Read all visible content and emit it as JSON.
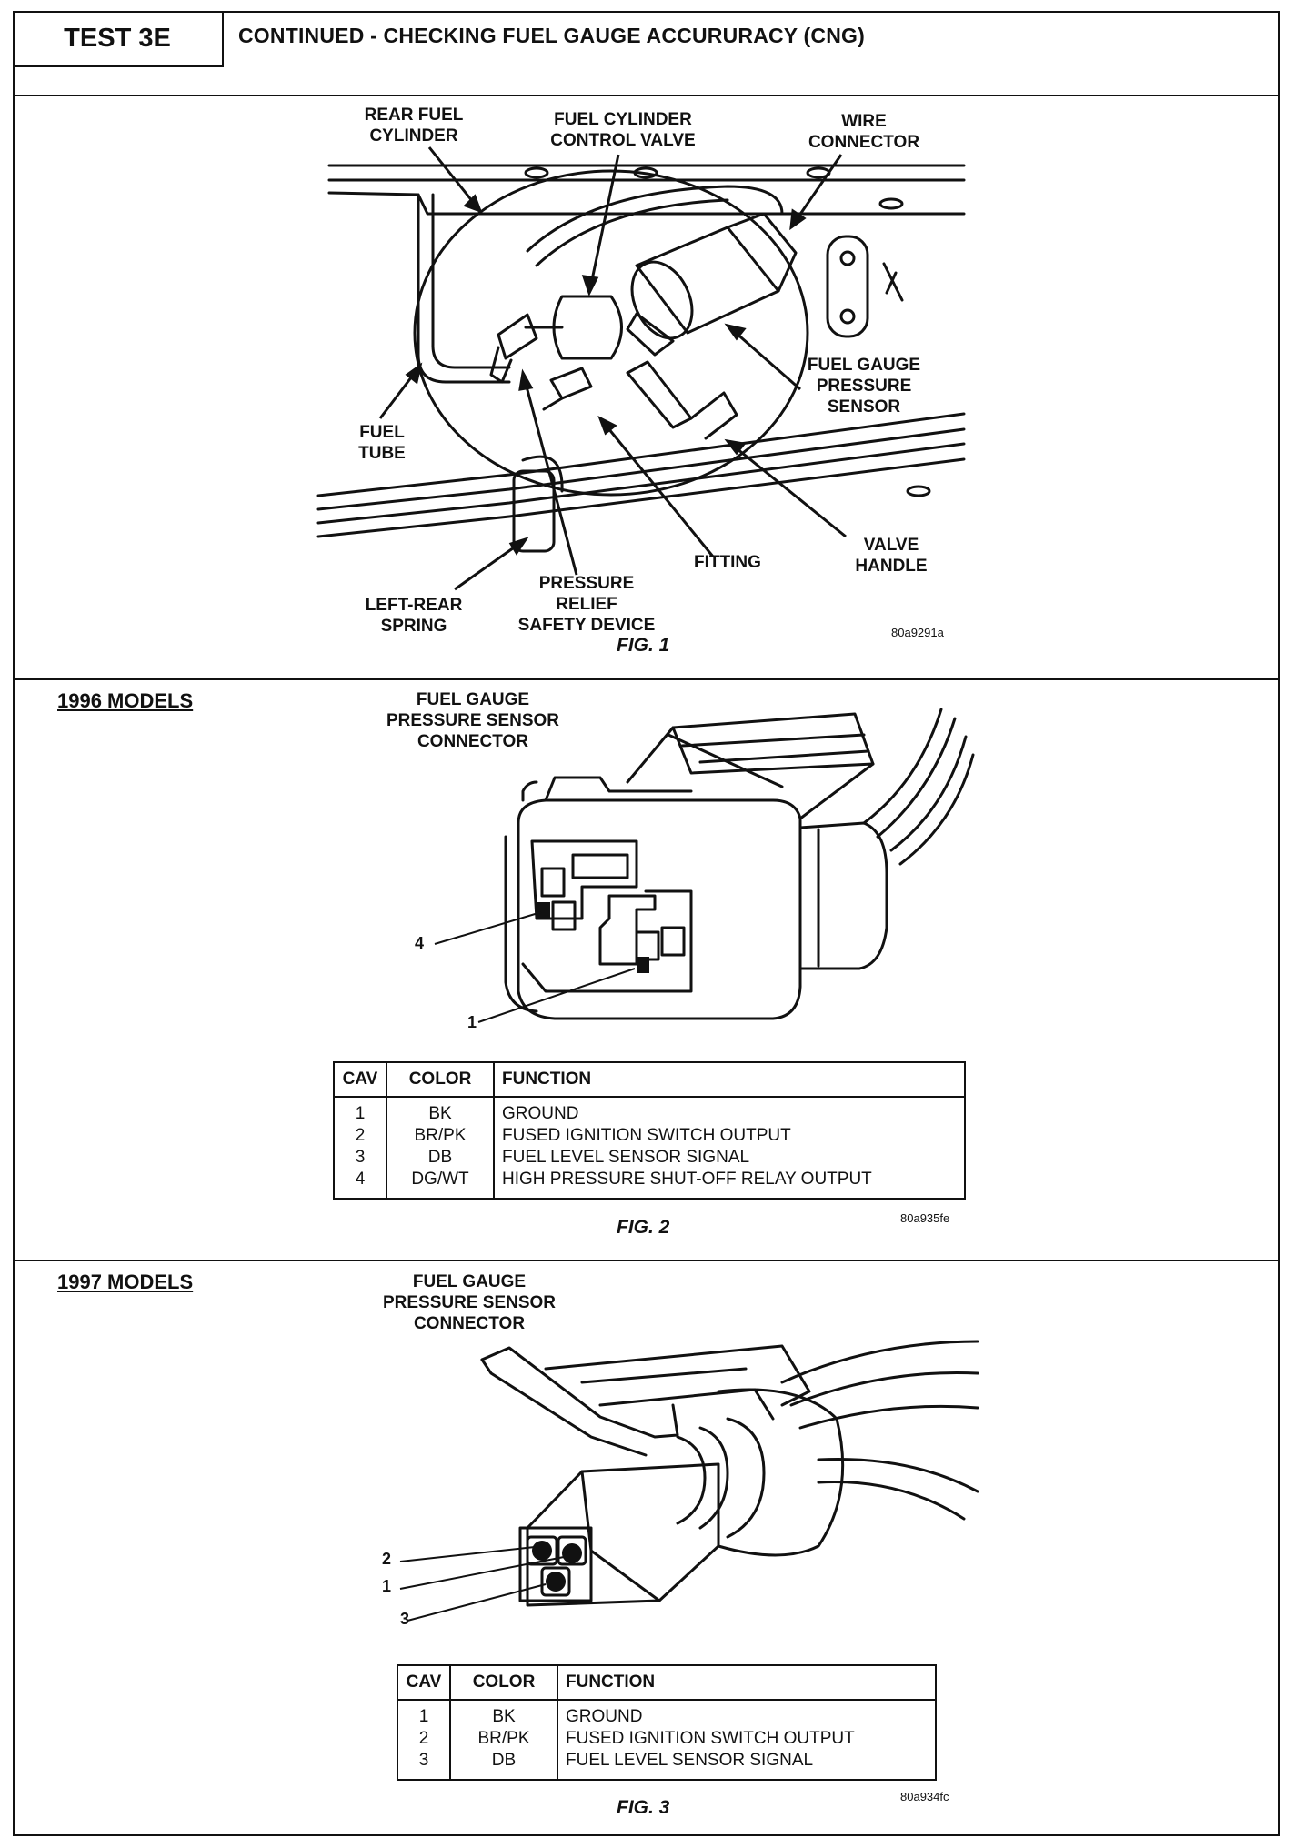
{
  "header": {
    "test_id": "TEST 3E",
    "title": "CONTINUED - CHECKING FUEL GAUGE ACCURURACY (CNG)"
  },
  "fig1": {
    "labels": {
      "rear_fuel_cylinder": "REAR FUEL\nCYLINDER",
      "control_valve": "FUEL CYLINDER\nCONTROL VALVE",
      "wire_connector": "WIRE\nCONNECTOR",
      "pressure_sensor": "FUEL GAUGE\nPRESSURE\nSENSOR",
      "fuel_tube": "FUEL\nTUBE",
      "fitting": "FITTING",
      "valve_handle": "VALVE\nHANDLE",
      "relief_device": "PRESSURE\nRELIEF\nSAFETY DEVICE",
      "left_rear_spring": "LEFT-REAR\nSPRING"
    },
    "caption": "FIG. 1",
    "code": "80a9291a"
  },
  "fig2": {
    "section": "1996 MODELS",
    "connector_label": "FUEL GAUGE\nPRESSURE SENSOR\nCONNECTOR",
    "pins": [
      "4",
      "1"
    ],
    "table": {
      "headers": [
        "CAV",
        "COLOR",
        "FUNCTION"
      ],
      "rows": [
        [
          "1",
          "BK",
          "GROUND"
        ],
        [
          "2",
          "BR/PK",
          "FUSED IGNITION SWITCH OUTPUT"
        ],
        [
          "3",
          "DB",
          "FUEL LEVEL SENSOR SIGNAL"
        ],
        [
          "4",
          "DG/WT",
          "HIGH PRESSURE SHUT-OFF RELAY OUTPUT"
        ]
      ]
    },
    "caption": "FIG. 2",
    "code": "80a935fe"
  },
  "fig3": {
    "section": "1997 MODELS",
    "connector_label": "FUEL GAUGE\nPRESSURE SENSOR\nCONNECTOR",
    "pins": [
      "2",
      "1",
      "3"
    ],
    "table": {
      "headers": [
        "CAV",
        "COLOR",
        "FUNCTION"
      ],
      "rows": [
        [
          "1",
          "BK",
          "GROUND"
        ],
        [
          "2",
          "BR/PK",
          "FUSED IGNITION SWITCH OUTPUT"
        ],
        [
          "3",
          "DB",
          "FUEL LEVEL SENSOR SIGNAL"
        ]
      ]
    },
    "caption": "FIG. 3",
    "code": "80a934fc"
  }
}
